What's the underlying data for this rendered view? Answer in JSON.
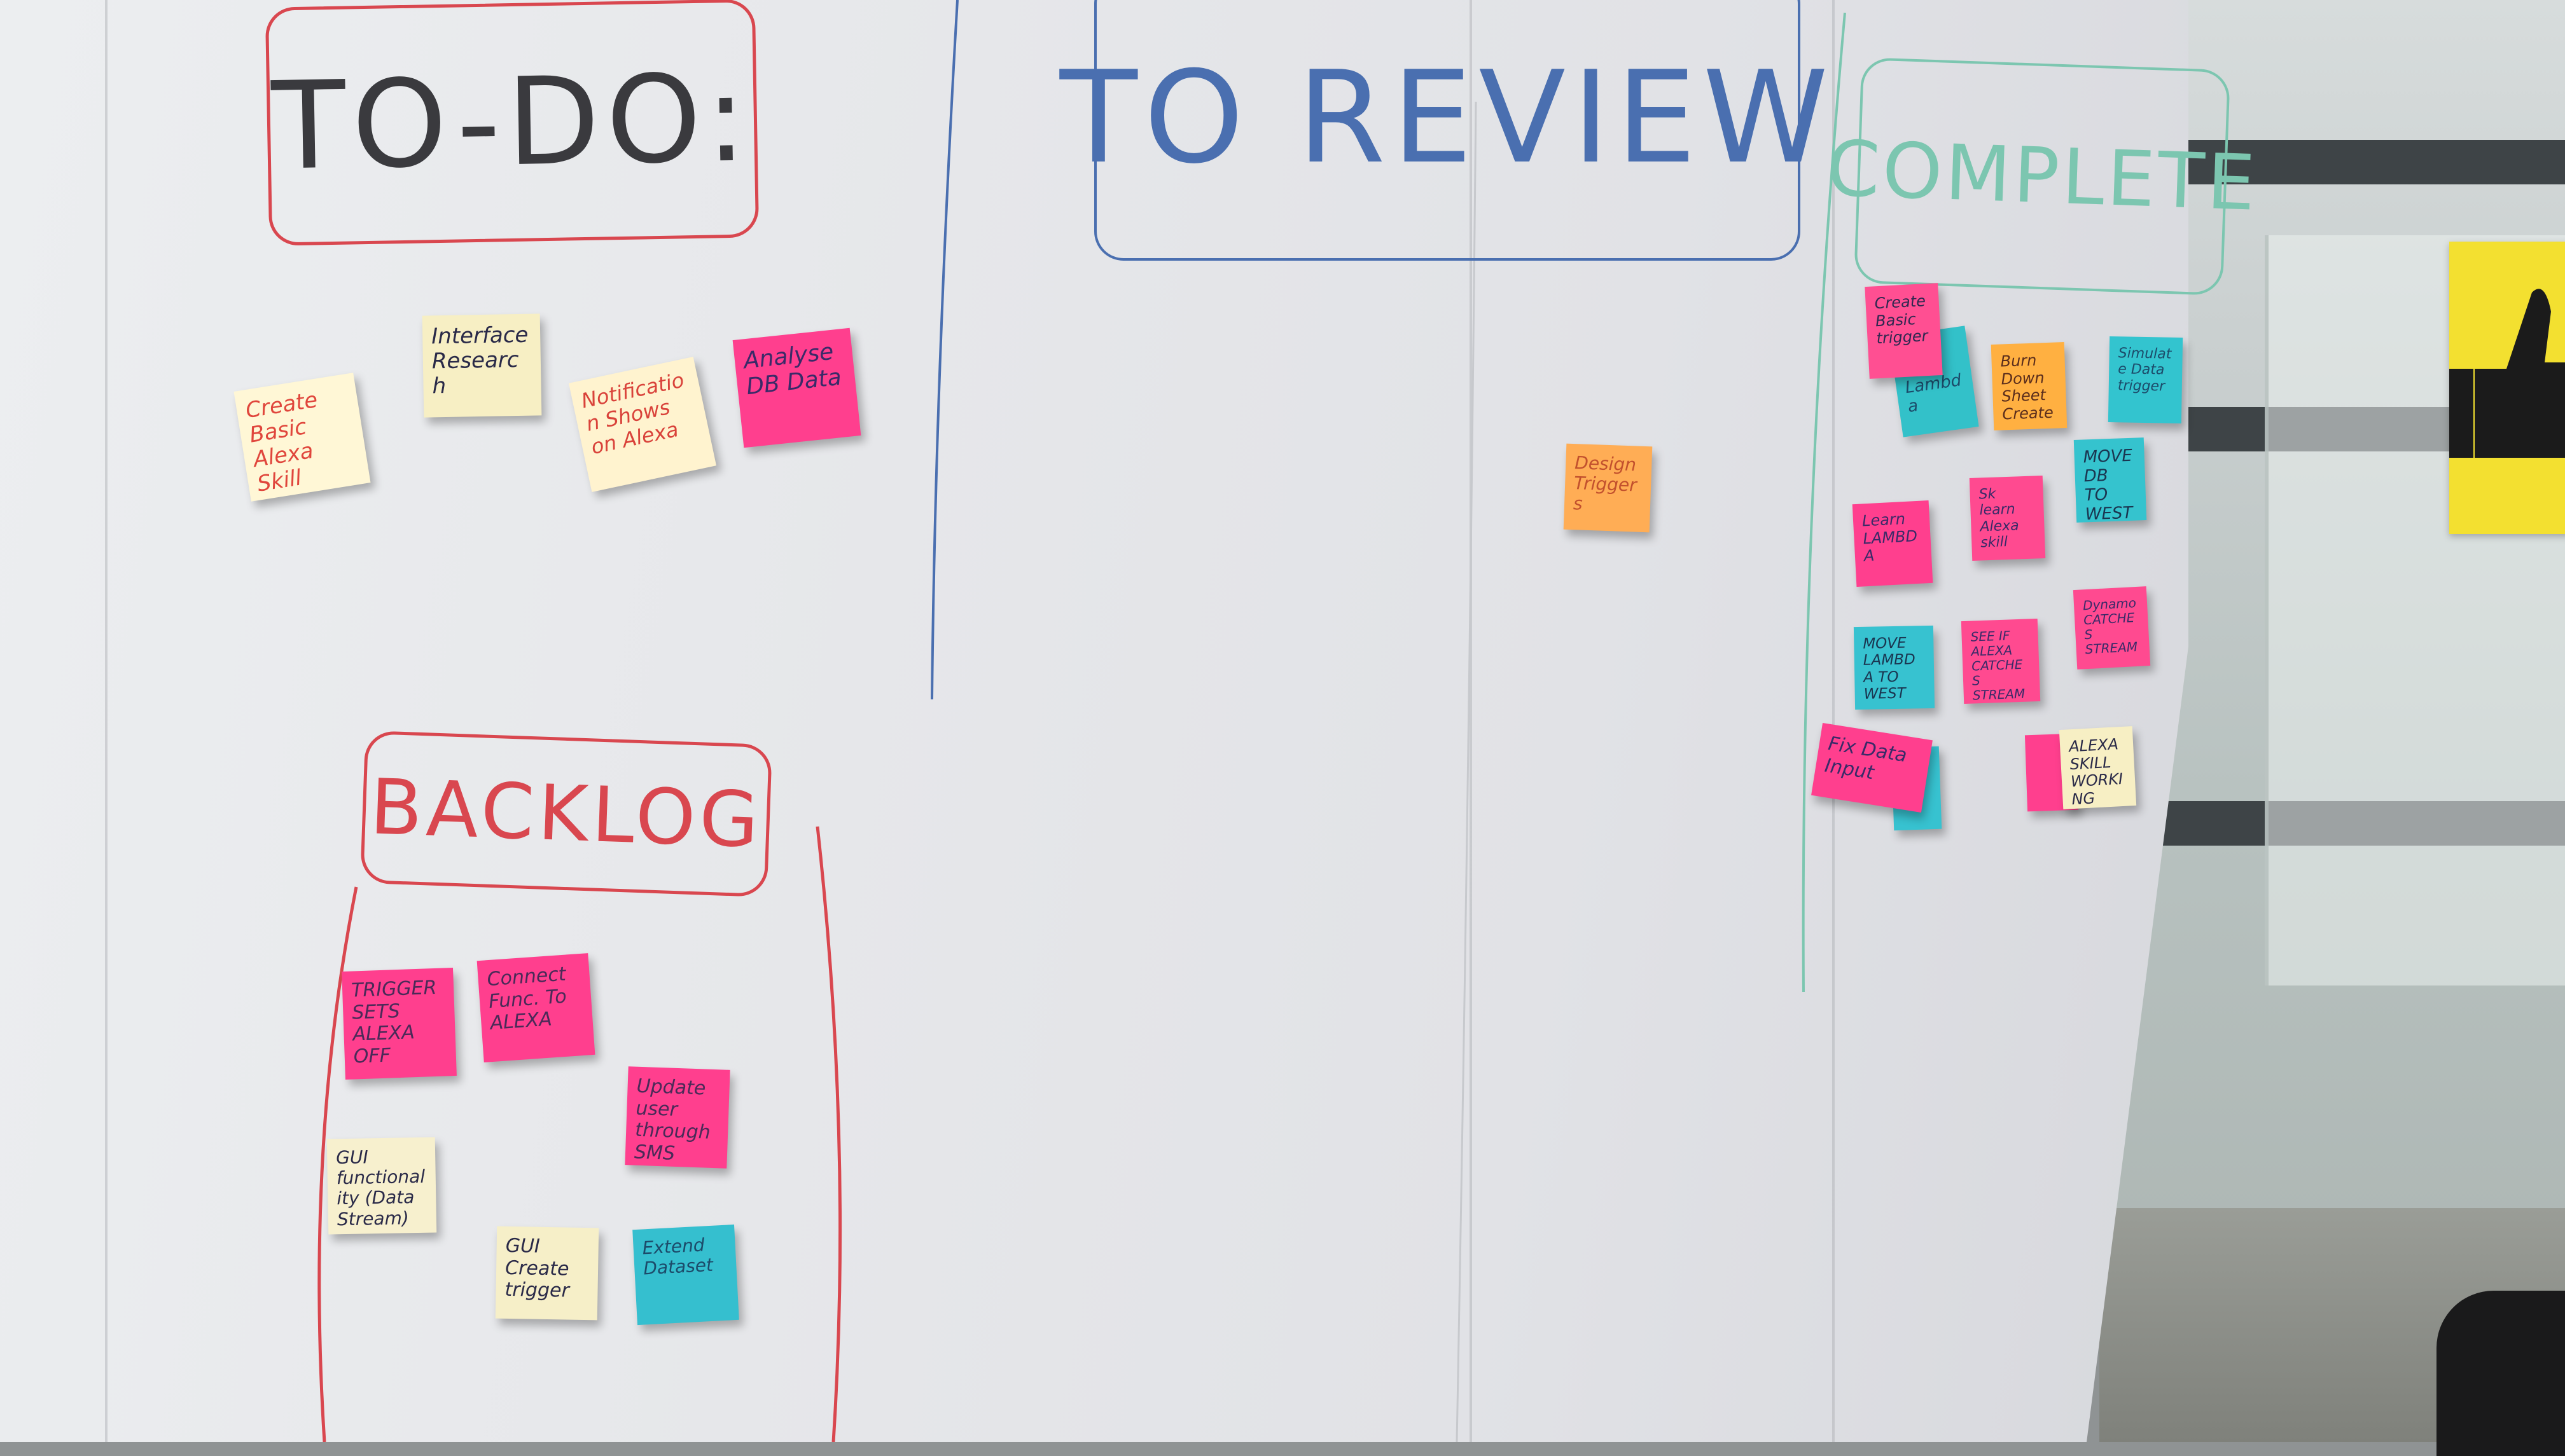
{
  "board": {
    "columns": {
      "todo": {
        "heading": "TO-DO:"
      },
      "review": {
        "heading": "TO REVIEW"
      },
      "complete": {
        "heading": "COMPLETE"
      },
      "backlog": {
        "heading": "BACKLOG"
      }
    },
    "notes": {
      "todo": [
        {
          "text": "Create Basic Alexa Skill",
          "color": "#fff7d6",
          "ink": "#e0463c"
        },
        {
          "text": "Interface Research",
          "color": "#f7efc4",
          "ink": "#2a2a48"
        },
        {
          "text": "Notification Shows on Alexa",
          "color": "#fff3cf",
          "ink": "#d9423a"
        },
        {
          "text": "Analyse DB Data",
          "color": "#ff3f8e",
          "ink": "#3a2a68"
        }
      ],
      "review": [
        {
          "text": "Design Triggers",
          "color": "#ffad55",
          "ink": "#c2502d"
        }
      ],
      "complete": [
        {
          "text": "Create Basic trigger",
          "color": "#ff4f92",
          "ink": "#2f2850"
        },
        {
          "text": "Lambda",
          "color": "#33c1c9",
          "ink": "#1c4b6a"
        },
        {
          "text": "Burn Down Sheet Create",
          "color": "#ffb041",
          "ink": "#5a2d1c"
        },
        {
          "text": "Simulate Data trigger",
          "color": "#33c4cf",
          "ink": "#1c4b6a"
        },
        {
          "text": "MOVE DB TO WEST",
          "color": "#35c3ce",
          "ink": "#1a3550"
        },
        {
          "text": "Learn LAMBDA",
          "color": "#ff3f8e",
          "ink": "#3a2a68"
        },
        {
          "text": "Sk learn Alexa skill",
          "color": "#ff4a90",
          "ink": "#3a2a68"
        },
        {
          "text": "MOVE LAMBDA TO WEST",
          "color": "#37c2d0",
          "ink": "#1a3550"
        },
        {
          "text": "SEE IF ALEXA CATCHES STREAM",
          "color": "#ff4a90",
          "ink": "#3a2a68"
        },
        {
          "text": "Dynamo CATCHES STREAM",
          "color": "#ff4a90",
          "ink": "#3a2a68"
        },
        {
          "text": "Fix Data Input",
          "color": "#ff3f8e",
          "ink": "#3a2a68"
        },
        {
          "text": "ALEXA SKILL WORKING",
          "color": "#f7efc4",
          "ink": "#2a2a48"
        }
      ],
      "backlog": [
        {
          "text": "TRIGGER SETS ALEXA OFF",
          "color": "#ff3f8e",
          "ink": "#4a2a58"
        },
        {
          "text": "Connect Func. To ALEXA",
          "color": "#ff3f8e",
          "ink": "#4a2a58"
        },
        {
          "text": "Update user through SMS",
          "color": "#ff3f8e",
          "ink": "#4a2a58"
        },
        {
          "text": "GUI functionality (Data Stream)",
          "color": "#f7f0ce",
          "ink": "#2a2a48"
        },
        {
          "text": "GUI Create trigger",
          "color": "#f6efc8",
          "ink": "#2a2a48"
        },
        {
          "text": "Extend Dataset",
          "color": "#35bfcf",
          "ink": "#1c4b6a"
        }
      ]
    },
    "colors": {
      "todo_marker": "#d9474f",
      "review_marker": "#4a6fb0",
      "complete_marker": "#7cc6b0",
      "backlog_marker": "#d9474f"
    }
  }
}
